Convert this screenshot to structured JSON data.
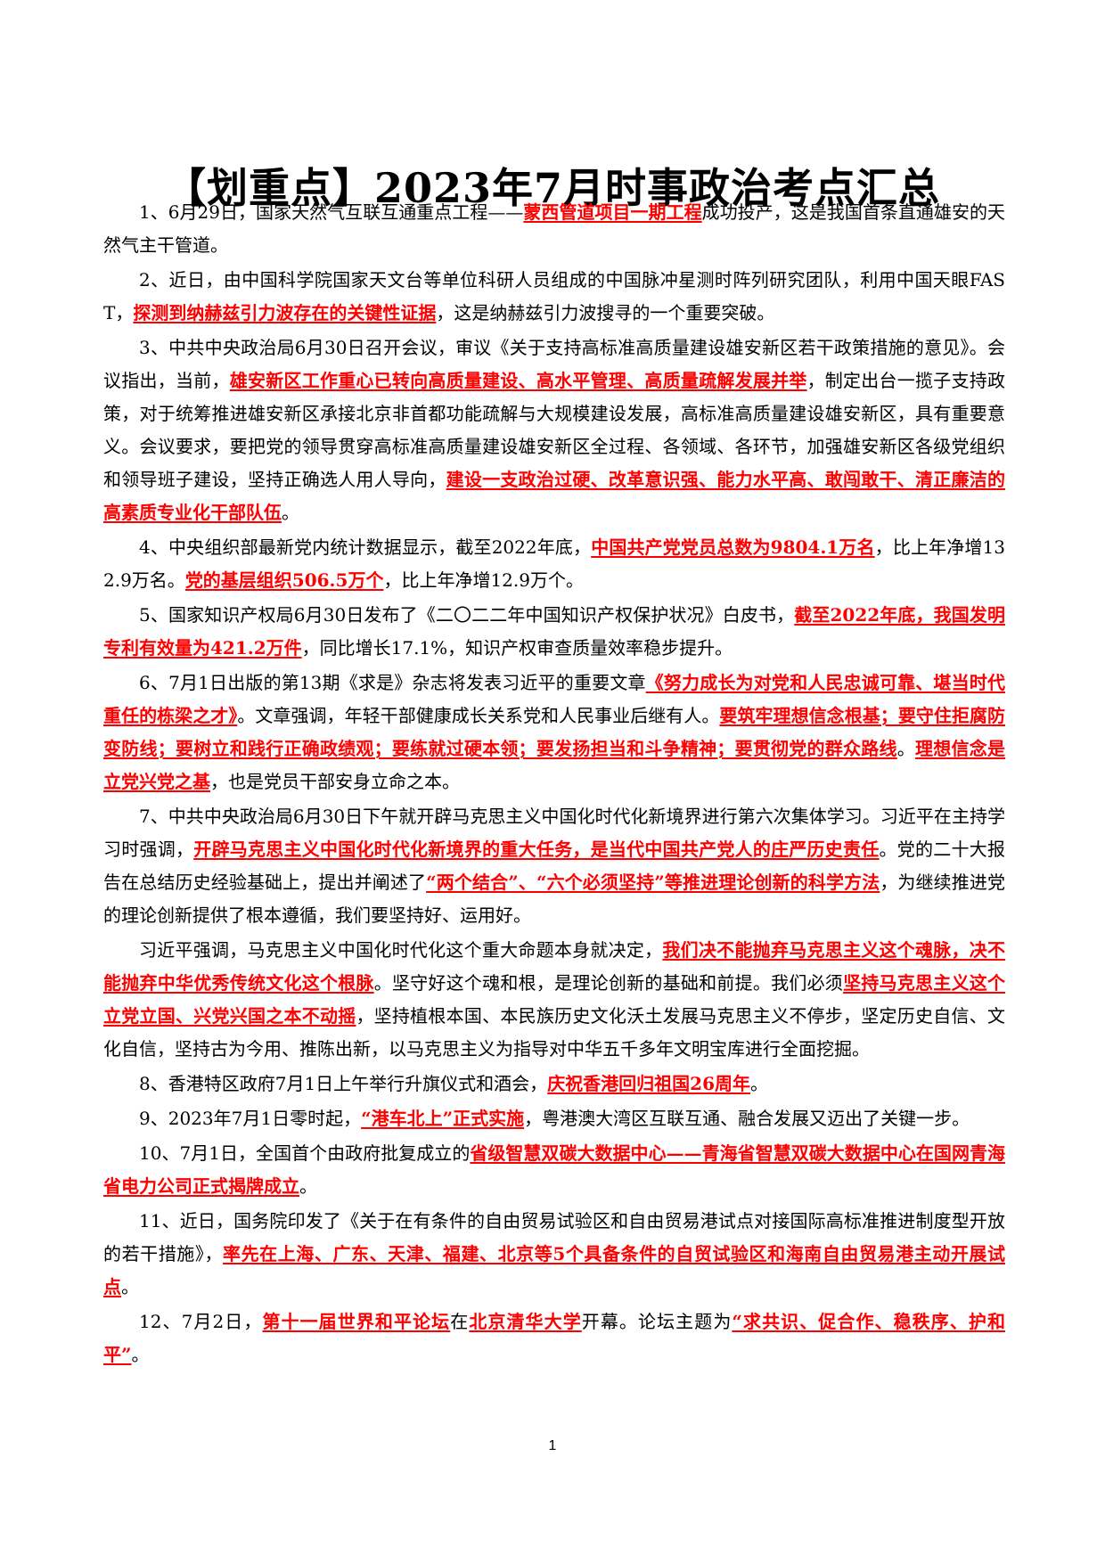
{
  "document": {
    "title": "【划重点】2023年7月时事政治考点汇总",
    "page_number": "1",
    "highlight_color": "#ff0000",
    "paragraphs": [
      {
        "segments": [
          {
            "text": "1、6月29日，国家天然气互联互通重点工程——",
            "hl": false
          },
          {
            "text": "蒙西管道项目一期工程",
            "hl": true
          },
          {
            "text": "成功投产，这是我国首条直通雄安的天然气主干管道。",
            "hl": false
          }
        ]
      },
      {
        "segments": [
          {
            "text": "2、近日，由中国科学院国家天文台等单位科研人员组成的中国脉冲星测时阵列研究团队，利用中国天眼FAST，",
            "hl": false
          },
          {
            "text": "探测到纳赫兹引力波存在的关键性证据",
            "hl": true
          },
          {
            "text": "，这是纳赫兹引力波搜寻的一个重要突破。",
            "hl": false
          }
        ]
      },
      {
        "segments": [
          {
            "text": "3、中共中央政治局6月30日召开会议，审议《关于支持高标准高质量建设雄安新区若干政策措施的意见》。会议指出，当前，",
            "hl": false
          },
          {
            "text": "雄安新区工作重心已转向高质量建设、高水平管理、高质量疏解发展并举",
            "hl": true
          },
          {
            "text": "，制定出台一揽子支持政策，对于统筹推进雄安新区承接北京非首都功能疏解与大规模建设发展，高标准高质量建设雄安新区，具有重要意义。会议要求，要把党的领导贯穿高标准高质量建设雄安新区全过程、各领域、各环节，加强雄安新区各级党组织和领导班子建设，坚持正确选人用人导向，",
            "hl": false
          },
          {
            "text": "建设一支政治过硬、改革意识强、能力水平高、敢闯敢干、清正廉洁的高素质专业化干部队伍",
            "hl": true
          },
          {
            "text": "。",
            "hl": false
          }
        ]
      },
      {
        "segments": [
          {
            "text": "4、中央组织部最新党内统计数据显示，截至2022年底，",
            "hl": false
          },
          {
            "text": "中国共产党党员总数为9804.1万名",
            "hl": true
          },
          {
            "text": "，比上年净增132.9万名。",
            "hl": false
          },
          {
            "text": "党的基层组织506.5万个",
            "hl": true
          },
          {
            "text": "，比上年净增12.9万个。",
            "hl": false
          }
        ]
      },
      {
        "segments": [
          {
            "text": "5、国家知识产权局6月30日发布了《二〇二二年中国知识产权保护状况》白皮书，",
            "hl": false
          },
          {
            "text": "截至2022年底，我国发明专利有效量为421.2万件",
            "hl": true
          },
          {
            "text": "，同比增长17.1%，知识产权审查质量效率稳步提升。",
            "hl": false
          }
        ]
      },
      {
        "segments": [
          {
            "text": "6、7月1日出版的第13期《求是》杂志将发表习近平的重要文章",
            "hl": false
          },
          {
            "text": "《努力成长为对党和人民忠诚可靠、堪当时代重任的栋梁之才》",
            "hl": true
          },
          {
            "text": "。文章强调，年轻干部健康成长关系党和人民事业后继有人。",
            "hl": false
          },
          {
            "text": "要筑牢理想信念根基；要守住拒腐防变防线；要树立和践行正确政绩观；要练就过硬本领；要发扬担当和斗争精神；要贯彻党的群众路线",
            "hl": true
          },
          {
            "text": "。",
            "hl": false
          },
          {
            "text": "理想信念是立党兴党之基",
            "hl": true
          },
          {
            "text": "，也是党员干部安身立命之本。",
            "hl": false
          }
        ]
      },
      {
        "segments": [
          {
            "text": "7、中共中央政治局6月30日下午就开辟马克思主义中国化时代化新境界进行第六次集体学习。习近平在主持学习时强调，",
            "hl": false
          },
          {
            "text": "开辟马克思主义中国化时代化新境界的重大任务，是当代中国共产党人的庄严历史责任",
            "hl": true
          },
          {
            "text": "。党的二十大报告在总结历史经验基础上，提出并阐述了",
            "hl": false
          },
          {
            "text": "“两个结合”、“六个必须坚持”等推进理论创新的科学方法",
            "hl": true
          },
          {
            "text": "，为继续推进党的理论创新提供了根本遵循，我们要坚持好、运用好。",
            "hl": false
          }
        ]
      },
      {
        "segments": [
          {
            "text": "习近平强调，马克思主义中国化时代化这个重大命题本身就决定，",
            "hl": false
          },
          {
            "text": "我们决不能抛弃马克思主义这个魂脉，决不能抛弃中华优秀传统文化这个根脉",
            "hl": true
          },
          {
            "text": "。坚守好这个魂和根，是理论创新的基础和前提。我们必须",
            "hl": false
          },
          {
            "text": "坚持马克思主义这个立党立国、兴党兴国之本不动摇",
            "hl": true
          },
          {
            "text": "，坚持植根本国、本民族历史文化沃土发展马克思主义不停步，坚定历史自信、文化自信，坚持古为今用、推陈出新，以马克思主义为指导对中华五千多年文明宝库进行全面挖掘。",
            "hl": false
          }
        ]
      },
      {
        "segments": [
          {
            "text": "8、香港特区政府7月1日上午举行升旗仪式和酒会，",
            "hl": false
          },
          {
            "text": "庆祝香港回归祖国26周年",
            "hl": true
          },
          {
            "text": "。",
            "hl": false
          }
        ]
      },
      {
        "segments": [
          {
            "text": "9、2023年7月1日零时起，",
            "hl": false
          },
          {
            "text": "“港车北上”正式实施",
            "hl": true
          },
          {
            "text": "，粤港澳大湾区互联互通、融合发展又迈出了关键一步。",
            "hl": false
          }
        ]
      },
      {
        "segments": [
          {
            "text": "10、7月1日，全国首个由政府批复成立的",
            "hl": false
          },
          {
            "text": "省级智慧双碳大数据中心——青海省智慧双碳大数据中心在国网青海省电力公司正式揭牌成立",
            "hl": true
          },
          {
            "text": "。",
            "hl": false
          }
        ]
      },
      {
        "segments": [
          {
            "text": "11、近日，国务院印发了《关于在有条件的自由贸易试验区和自由贸易港试点对接国际高标准推进制度型开放的若干措施》，",
            "hl": false
          },
          {
            "text": "率先在上海、广东、天津、福建、北京等5个具备条件的自贸试验区和海南自由贸易港主动开展试点",
            "hl": true
          },
          {
            "text": "。",
            "hl": false
          }
        ]
      },
      {
        "segments": [
          {
            "text": "12、7月2日，",
            "hl": false
          },
          {
            "text": "第十一届世界和平论坛",
            "hl": true
          },
          {
            "text": "在",
            "hl": false
          },
          {
            "text": "北京清华大学",
            "hl": true
          },
          {
            "text": "开幕。论坛主题为",
            "hl": false
          },
          {
            "text": "“求共识、促合作、稳秩序、护和平”",
            "hl": true
          },
          {
            "text": "。",
            "hl": false
          }
        ]
      }
    ]
  }
}
